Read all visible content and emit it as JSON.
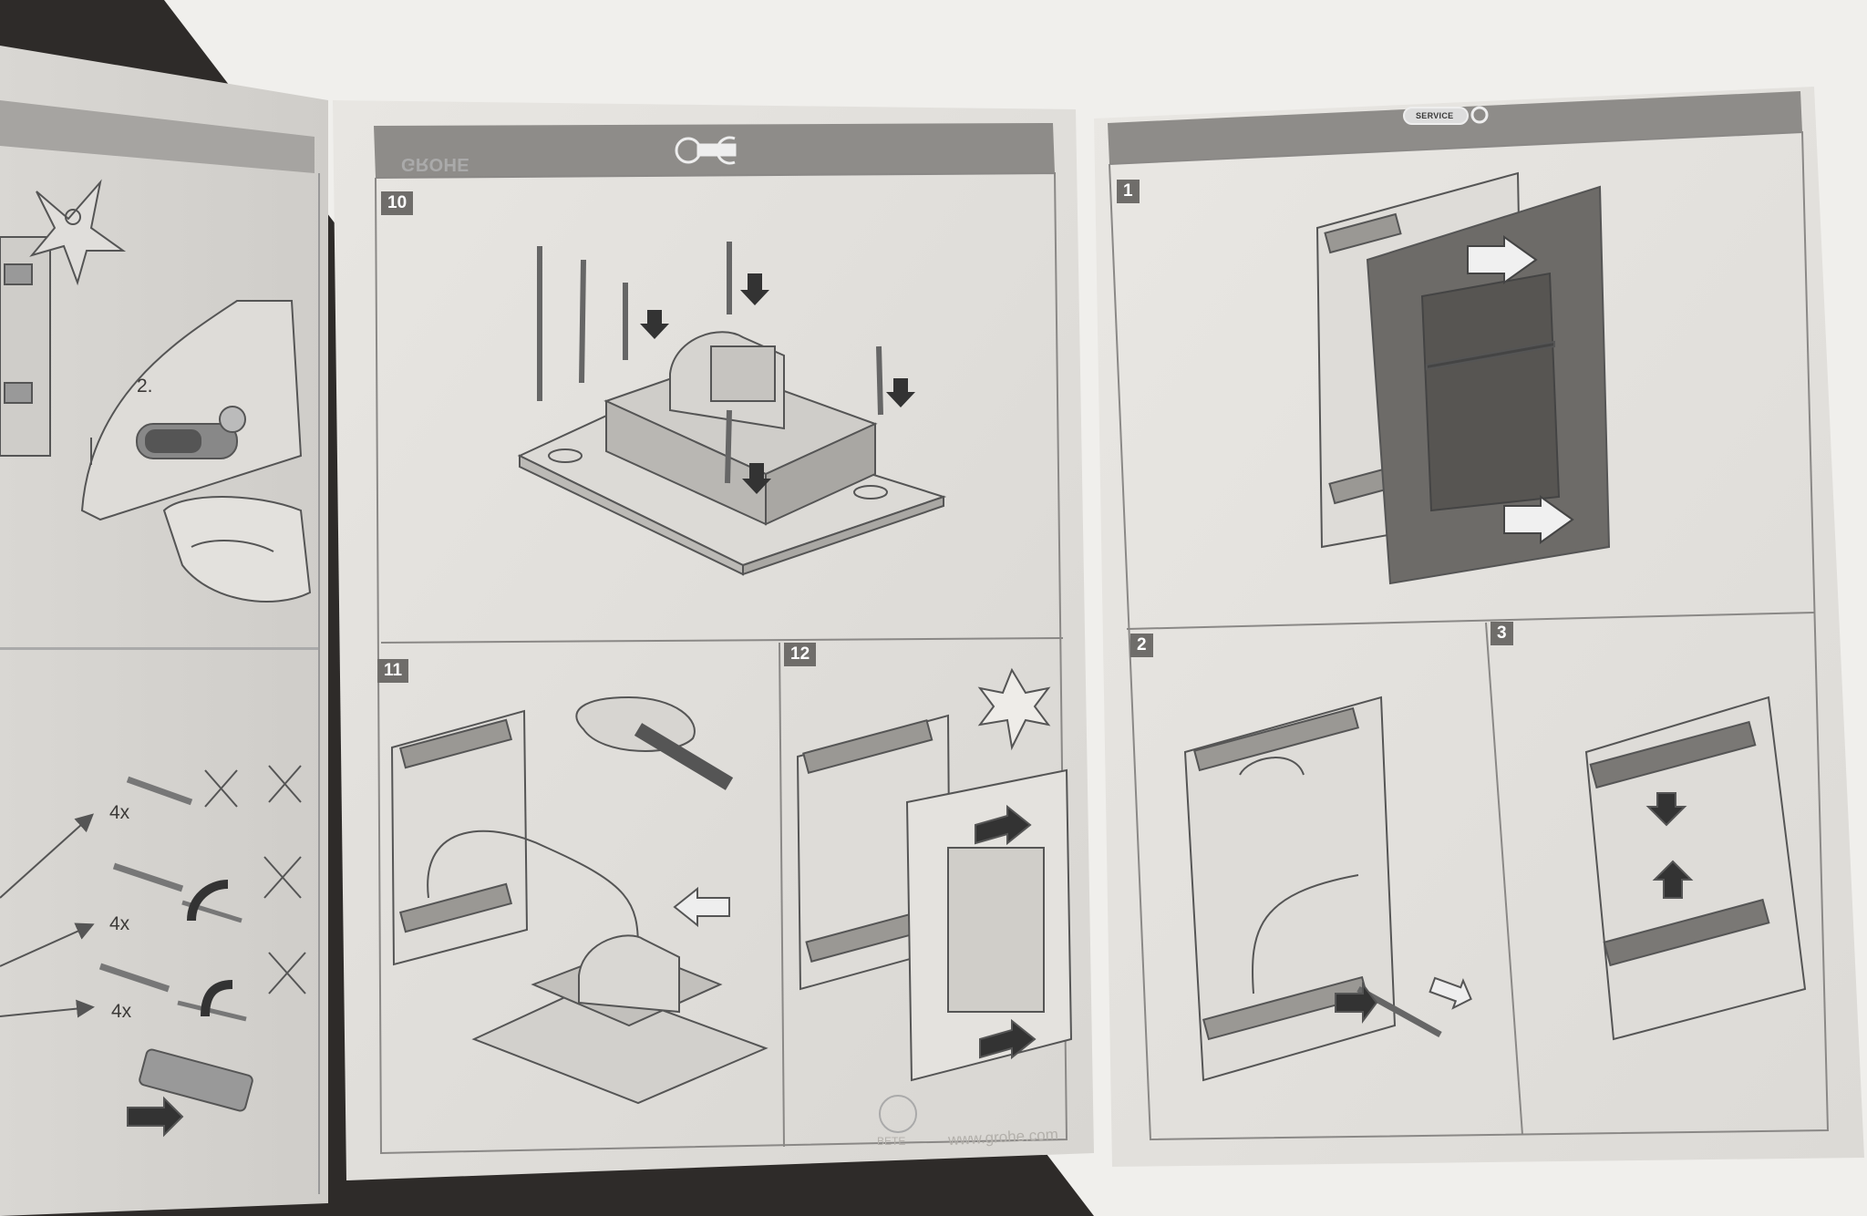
{
  "middle_panel": {
    "steps": [
      "10",
      "11",
      "12"
    ],
    "header_logo": "GROHE"
  },
  "left_panel": {
    "hand_label": "2.",
    "quantities": [
      "4x",
      "4x",
      "4x"
    ]
  },
  "right_panel": {
    "steps": [
      "1",
      "2",
      "3"
    ],
    "header_badge": "SERVICE"
  },
  "footer": {
    "url": "www.grohe.com",
    "logo_text": "BETE"
  },
  "colors": {
    "paper": "#e6e4e0",
    "header_bar": "#8e8c89",
    "background": "#2a2826"
  }
}
